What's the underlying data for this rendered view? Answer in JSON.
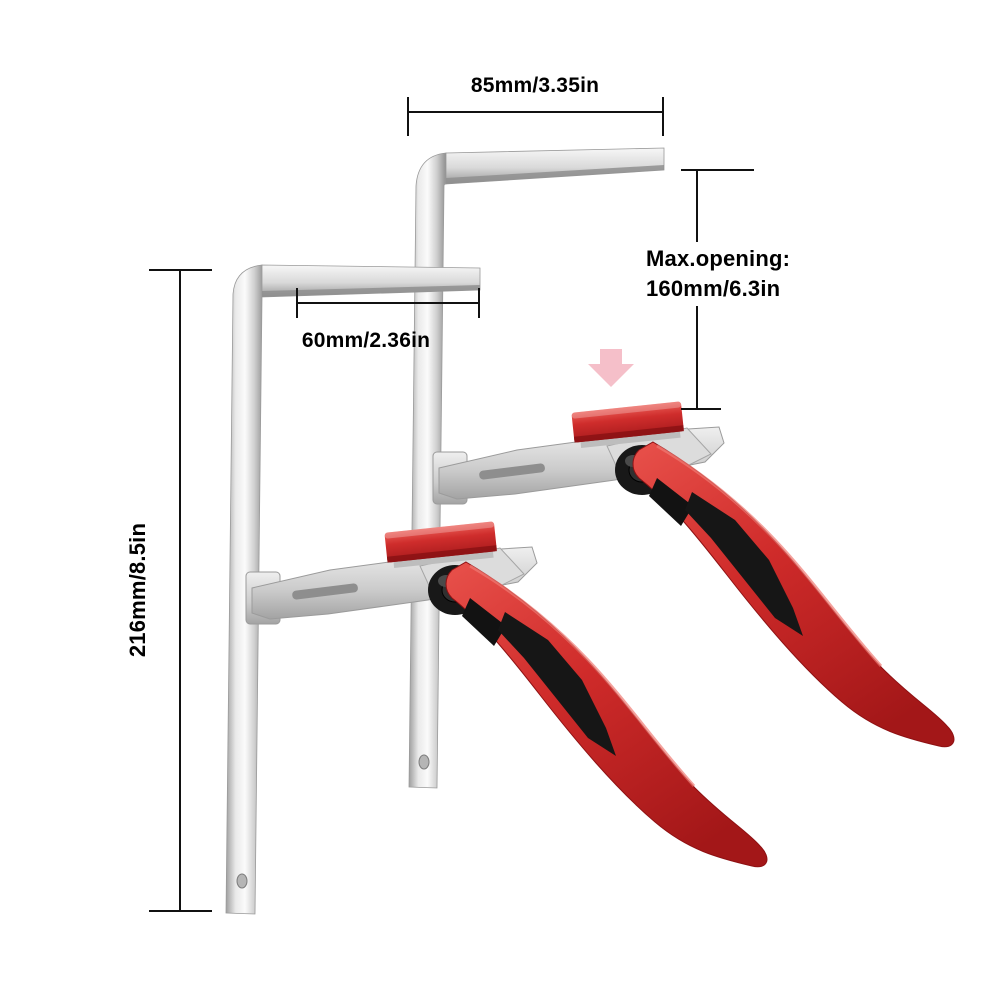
{
  "page": {
    "background": "#ffffff",
    "subject": "two quick-release ratchet F-clamps product photo with dimension annotations"
  },
  "annotations": {
    "top_width": "85mm/3.35in",
    "front_arm_width": "60mm/2.36in",
    "max_opening": [
      "Max.opening:",
      "160mm/6.3in"
    ],
    "bar_length": "216mm/8.5in"
  },
  "colors": {
    "dimension_line": "#111111",
    "label_text": "#000000",
    "handle_red": "#cf2b2a",
    "pad_red": "#c82427",
    "metal_silver": "#d8d8d8",
    "grip_black": "#1a1a1a",
    "arrow_pink": "#f4b9c4",
    "background": "#ffffff"
  }
}
